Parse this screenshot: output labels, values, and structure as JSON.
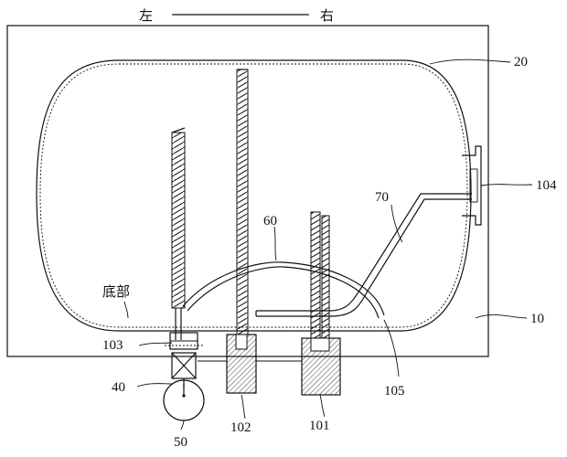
{
  "header": {
    "left": "左",
    "right": "右"
  },
  "labels": {
    "bottom": "底部",
    "n10": "10",
    "n20": "20",
    "n40": "40",
    "n50": "50",
    "n60": "60",
    "n70": "70",
    "n101": "101",
    "n102": "102",
    "n103": "103",
    "n104": "104",
    "n105": "105"
  }
}
